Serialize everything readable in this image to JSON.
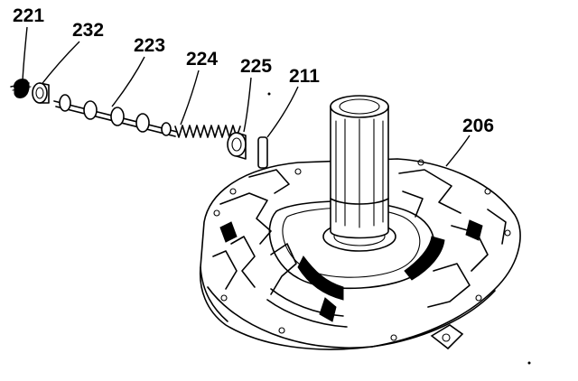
{
  "callouts": [
    {
      "id": "221",
      "text": "221"
    },
    {
      "id": "232",
      "text": "232"
    },
    {
      "id": "223",
      "text": "223"
    },
    {
      "id": "224",
      "text": "224"
    },
    {
      "id": "225",
      "text": "225"
    },
    {
      "id": "211",
      "text": "211"
    },
    {
      "id": "206",
      "text": "206"
    }
  ],
  "colors": {
    "ink": "#000000",
    "paper": "#ffffff"
  }
}
